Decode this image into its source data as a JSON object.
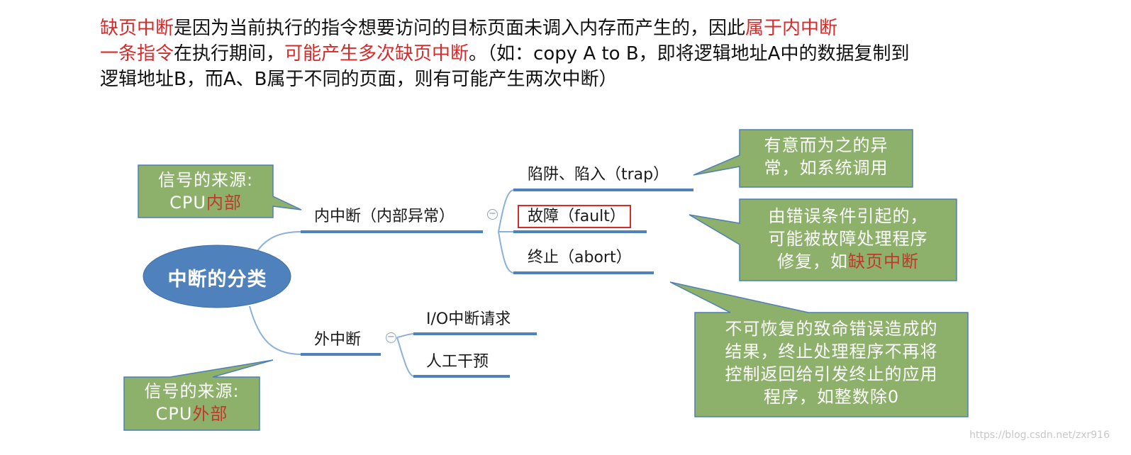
{
  "intro": {
    "line1": {
      "red1": "缺页中断",
      "text1": "是因为当前执行的指令想要访问的目标页面未调入内存而产生的，因此",
      "red2": "属于内中断"
    },
    "line2": {
      "red1": "一条指令",
      "text1": "在执行期间，",
      "red2": "可能产生多次缺页中断",
      "text2": "。（如：copy A to B，即将逻辑地址A中的数据复制到"
    },
    "line3": "逻辑地址B，而A、B属于不同的页面，则有可能产生两次中断）"
  },
  "mindmap": {
    "root": "中断的分类",
    "internal": {
      "label": "内中断（内部异常）",
      "children": [
        "陷阱、陷入（trap）",
        "故障（fault）",
        "终止（abort）"
      ]
    },
    "external": {
      "label": "外中断",
      "children": [
        "I/O中断请求",
        "人工干预"
      ]
    },
    "collapse_symbol": "−"
  },
  "callouts": {
    "internal_source": {
      "line1": "信号的来源:",
      "prefix": "CPU",
      "red": "内部"
    },
    "external_source": {
      "line1": "信号的来源:",
      "prefix": "CPU",
      "red": "外部"
    },
    "trap": {
      "line1": "有意而为之的异",
      "line2": "常，如系统调用"
    },
    "fault": {
      "line1": "由错误条件引起的，",
      "line2": "可能被故障处理程序",
      "line3_prefix": "修复，如",
      "line3_red": "缺页中断"
    },
    "abort": {
      "line1": "不可恢复的致命错误造成的",
      "line2": "结果，终止处理程序不再将",
      "line3": "控制返回给引发终止的应用",
      "line4": "程序，如整数除0"
    }
  },
  "colors": {
    "accent_red": "#d62b2b",
    "branch_blue": "#4f81bd",
    "connector_blue": "#8ab0dc",
    "callout_fill": "#8db06a",
    "callout_border": "#4f7fb5"
  },
  "watermark": "https://blog.csdn.net/zxr916"
}
